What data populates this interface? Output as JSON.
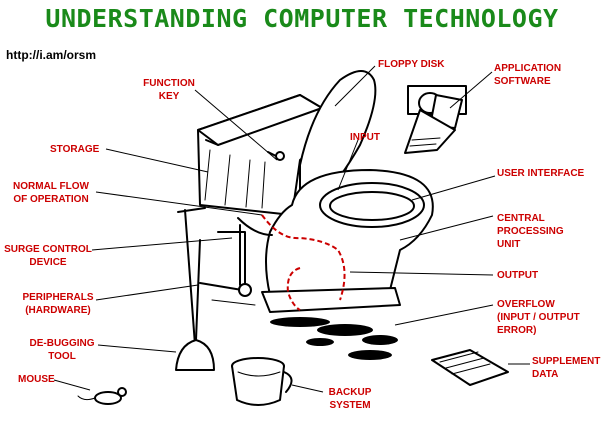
{
  "title": "UNDERSTANDING COMPUTER TECHNOLOGY",
  "url": "http://i.am/orsm",
  "colors": {
    "title": "#1a8a1a",
    "labels": "#cc0000",
    "lines": "#000000",
    "flow": "#cc0000"
  },
  "labels": {
    "function_key": [
      "FUNCTION",
      "KEY"
    ],
    "floppy_disk": "FLOPPY DISK",
    "application_software": [
      "APPLICATION",
      "SOFTWARE"
    ],
    "storage": "STORAGE",
    "input": "INPUT",
    "normal_flow": [
      "NORMAL FLOW",
      "OF OPERATION"
    ],
    "user_interface": "USER INTERFACE",
    "central_processing_unit": [
      "CENTRAL",
      "PROCESSING",
      "UNIT"
    ],
    "surge_control": [
      "SURGE CONTROL",
      "DEVICE"
    ],
    "output": "OUTPUT",
    "peripherals": [
      "PERIPHERALS",
      "(HARDWARE)"
    ],
    "overflow": [
      "OVERFLOW",
      "(INPUT / OUTPUT",
      "ERROR)"
    ],
    "debugging_tool": [
      "DE-BUGGING",
      "TOOL"
    ],
    "supplement_data": [
      "SUPPLEMENT",
      "DATA"
    ],
    "mouse": "MOUSE",
    "backup_system": [
      "BACKUP",
      "SYSTEM"
    ]
  }
}
